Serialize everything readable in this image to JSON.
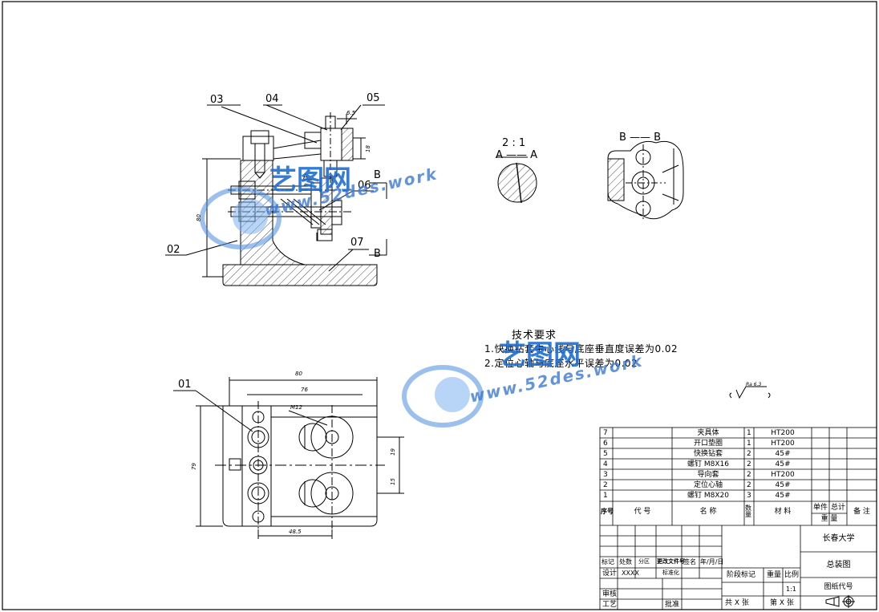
{
  "drawing": {
    "balloons": {
      "b01": "01",
      "b02": "02",
      "b03": "03",
      "b04": "04",
      "b05": "05",
      "b06": "06",
      "b07": "07"
    },
    "section_labels": {
      "scale": "2 : 1",
      "aa": "A —— A",
      "bb": "B —— B",
      "a_small": "A",
      "b_top": "B",
      "b_bottom": "B"
    },
    "dimensions": {
      "d6_5": "6.5",
      "d18": "18",
      "d80_front": "80",
      "d80_top": "80",
      "d76": "76",
      "d79": "79",
      "d19": "19",
      "d15": "15",
      "d48_5": "48.5",
      "d_m12": "M12"
    },
    "roughness": "Ra 6.3"
  },
  "tech_requirements": {
    "title": "技术要求",
    "line1": "1.快换钻套中心线与底座垂直度误差为0.02",
    "line2": "2.定位心轴与底座水平误差为0.02"
  },
  "watermark": {
    "brand_cn": "艺图网",
    "url": "www.52des.work"
  },
  "parts_list": {
    "rows": [
      {
        "no": "7",
        "name": "夹具体",
        "qty": "1",
        "material": "HT200"
      },
      {
        "no": "6",
        "name": "开口垫圈",
        "qty": "1",
        "material": "HT200"
      },
      {
        "no": "5",
        "name": "快换钻套",
        "qty": "2",
        "material": "45#"
      },
      {
        "no": "4",
        "name": "螺钉 M8X16",
        "qty": "2",
        "material": "45#"
      },
      {
        "no": "3",
        "name": "导向套",
        "qty": "2",
        "material": "HT200"
      },
      {
        "no": "2",
        "name": "定位心轴",
        "qty": "2",
        "material": "45#"
      },
      {
        "no": "1",
        "name": "螺钉 M8X20",
        "qty": "3",
        "material": "45#"
      }
    ],
    "header": {
      "no": "序号",
      "code": "代  号",
      "name": "名  称",
      "qty": "数量",
      "material": "材  料",
      "unit_weight": "单件",
      "total_weight": "总计",
      "weight": "重  量",
      "remark": "备 注"
    }
  },
  "title_block": {
    "school": "长春大学",
    "drawing_name": "总装图",
    "drawing_code": "图纸代号",
    "mark": "标记",
    "count": "处数",
    "zone": "分区",
    "change_doc": "更改文件号",
    "sign": "签名",
    "date": "年/月/日",
    "design": "设计",
    "designer": "XXXX",
    "standard": "标准化",
    "stage": "阶段标记",
    "weight": "重量",
    "scale_label": "比例",
    "scale_value": "1:1",
    "review": "审核",
    "process": "工艺",
    "approve": "批准",
    "sheets_total": "共 X 张",
    "sheet_no": "第 X 张"
  }
}
